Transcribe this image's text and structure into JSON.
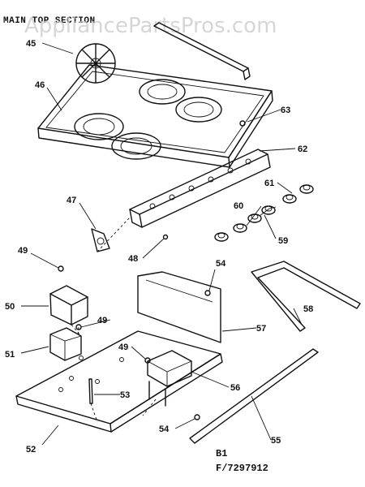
{
  "header": {
    "section_title": "MAIN TOP SECTION"
  },
  "watermark": {
    "text": "AppliancePartsPros.com"
  },
  "footer": {
    "ref_code": "B1",
    "figure_number": "F/7297912"
  },
  "callouts": [
    "45",
    "46",
    "47",
    "48",
    "49",
    "50",
    "51",
    "52",
    "53",
    "54",
    "55",
    "56",
    "57",
    "58",
    "59",
    "60",
    "61",
    "62",
    "63",
    "49",
    "49",
    "54"
  ],
  "colors": {
    "ink": "#111111",
    "background": "#ffffff",
    "watermark": "#c9c9c9"
  }
}
